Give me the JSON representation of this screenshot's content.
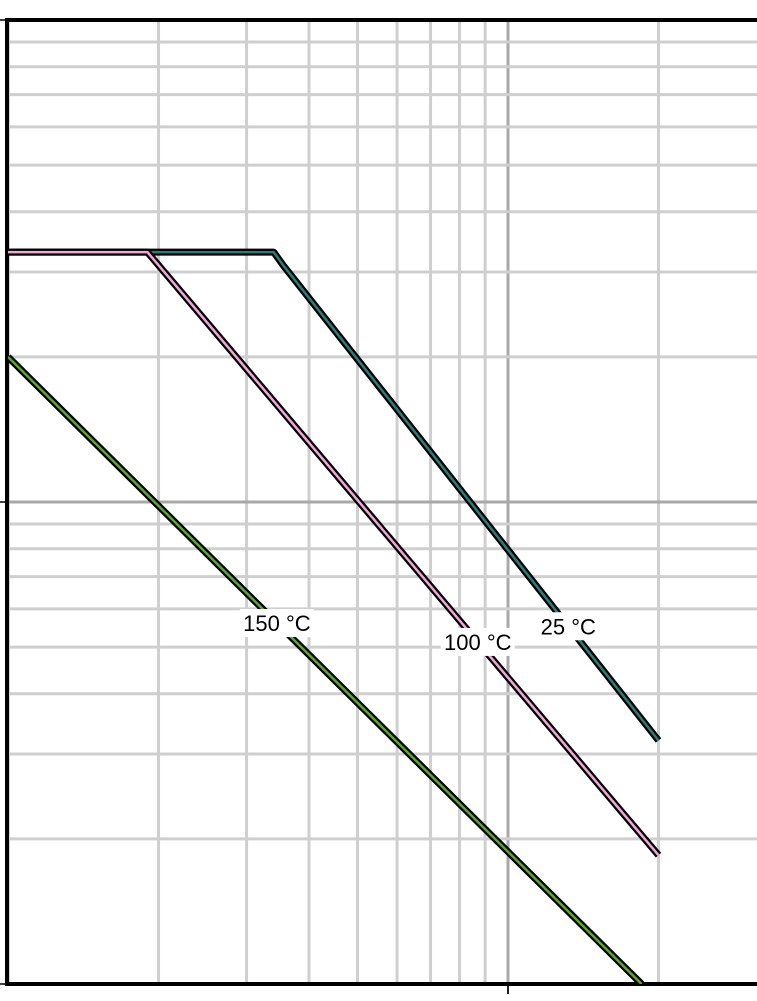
{
  "chart_data": {
    "type": "line",
    "title": "",
    "xlabel": "",
    "ylabel": "",
    "x_scale": "log",
    "y_scale": "log",
    "xlim": [
      1,
      20
    ],
    "ylim": [
      0.01,
      1
    ],
    "grid": true,
    "series": [
      {
        "name": "25 °C",
        "color": "#2a7d7b",
        "x": [
          1,
          3.4,
          3.55,
          20
        ],
        "y": [
          0.33,
          0.33,
          0.31,
          0.032
        ]
      },
      {
        "name": "100 °C",
        "color": "#f4a6dc",
        "x": [
          1,
          1.9,
          20
        ],
        "y": [
          0.33,
          0.33,
          0.0185
        ]
      },
      {
        "name": "150 °C",
        "color": "#5aa832",
        "x": [
          1,
          18.5
        ],
        "y": [
          0.2,
          0.01
        ]
      }
    ],
    "annotations": [
      {
        "text": "25 °C",
        "series": 0,
        "x": 13.2
      },
      {
        "text": "100 °C",
        "series": 1,
        "x": 8.7
      },
      {
        "text": "150 °C",
        "series": 2,
        "x": 3.45
      }
    ]
  }
}
